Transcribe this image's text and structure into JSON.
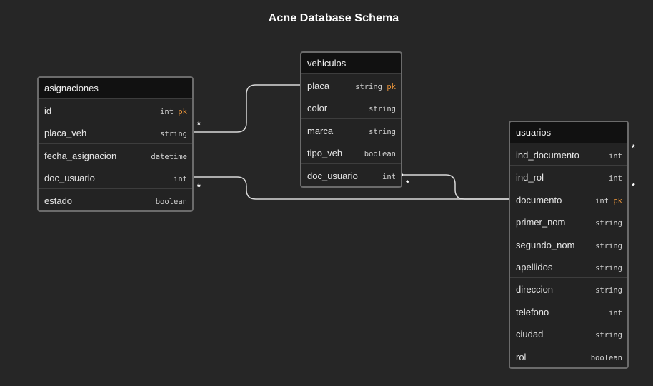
{
  "title": "Acne Database Schema",
  "tables": {
    "asignaciones": {
      "name": "asignaciones",
      "fields": [
        {
          "name": "id",
          "type": "int",
          "key": "pk"
        },
        {
          "name": "placa_veh",
          "type": "string",
          "key": ""
        },
        {
          "name": "fecha_asignacion",
          "type": "datetime",
          "key": ""
        },
        {
          "name": "doc_usuario",
          "type": "int",
          "key": ""
        },
        {
          "name": "estado",
          "type": "boolean",
          "key": ""
        }
      ]
    },
    "vehiculos": {
      "name": "vehiculos",
      "fields": [
        {
          "name": "placa",
          "type": "string",
          "key": "pk"
        },
        {
          "name": "color",
          "type": "string",
          "key": ""
        },
        {
          "name": "marca",
          "type": "string",
          "key": ""
        },
        {
          "name": "tipo_veh",
          "type": "boolean",
          "key": ""
        },
        {
          "name": "doc_usuario",
          "type": "int",
          "key": ""
        }
      ]
    },
    "usuarios": {
      "name": "usuarios",
      "fields": [
        {
          "name": "ind_documento",
          "type": "int",
          "key": ""
        },
        {
          "name": "ind_rol",
          "type": "int",
          "key": ""
        },
        {
          "name": "documento",
          "type": "int",
          "key": "pk"
        },
        {
          "name": "primer_nom",
          "type": "string",
          "key": ""
        },
        {
          "name": "segundo_nom",
          "type": "string",
          "key": ""
        },
        {
          "name": "apellidos",
          "type": "string",
          "key": ""
        },
        {
          "name": "direccion",
          "type": "string",
          "key": ""
        },
        {
          "name": "telefono",
          "type": "int",
          "key": ""
        },
        {
          "name": "ciudad",
          "type": "string",
          "key": ""
        },
        {
          "name": "rol",
          "type": "boolean",
          "key": ""
        }
      ]
    }
  },
  "relations": [
    {
      "from": "asignaciones.placa_veh",
      "to": "vehiculos.placa",
      "from_card": "*",
      "to_card": ""
    },
    {
      "from": "asignaciones.doc_usuario",
      "to": "usuarios.documento",
      "from_card": "*",
      "to_card": "*"
    },
    {
      "from": "vehiculos.doc_usuario",
      "to": "usuarios.documento",
      "from_card": "*",
      "to_card": "*"
    }
  ],
  "colors": {
    "background": "#262626",
    "pk": "#e8933a",
    "line": "#d9d9d9"
  }
}
